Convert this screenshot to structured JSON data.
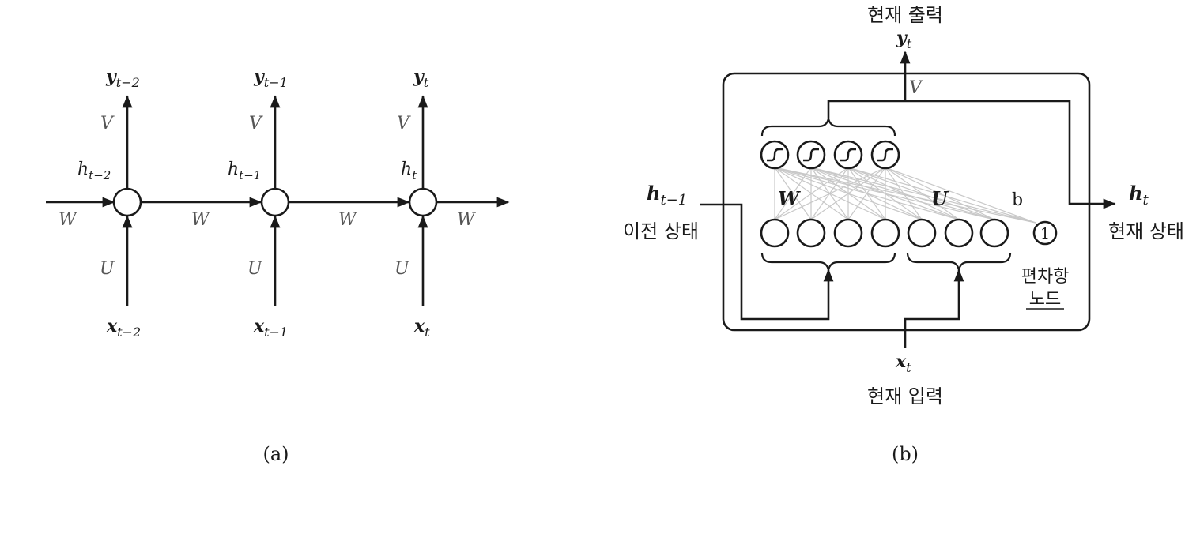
{
  "panel_a": {
    "caption": "(a)",
    "weights": {
      "w": "W",
      "u": "U",
      "v": "V"
    },
    "steps": [
      {
        "y": "y",
        "y_sub": "t−2",
        "h": "h",
        "h_sub": "t−2",
        "x": "x",
        "x_sub": "t−2"
      },
      {
        "y": "y",
        "y_sub": "t−1",
        "h": "h",
        "h_sub": "t−1",
        "x": "x",
        "x_sub": "t−1"
      },
      {
        "y": "y",
        "y_sub": "t",
        "h": "h",
        "h_sub": "t",
        "x": "x",
        "x_sub": "t"
      }
    ]
  },
  "panel_b": {
    "caption": "(b)",
    "current_output": "현재 출력",
    "y": "y",
    "y_sub": "t",
    "v": "V",
    "w": "W",
    "u": "U",
    "b": "b",
    "bias_value": "1",
    "h_prev": "h",
    "h_prev_sub": "t−1",
    "prev_state": "이전 상태",
    "h_cur": "h",
    "h_cur_sub": "t",
    "current_state": "현재 상태",
    "bias_node_line1": "편차항",
    "bias_node_line2": "노드",
    "x": "x",
    "x_sub": "t",
    "current_input": "현재 입력"
  }
}
